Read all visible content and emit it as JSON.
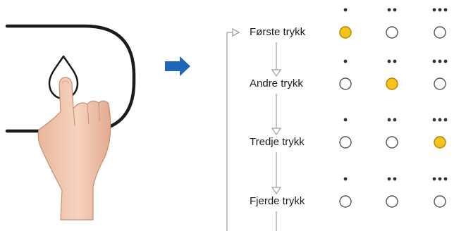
{
  "steps": [
    {
      "label": "Første trykk",
      "active_level": 1
    },
    {
      "label": "Andre trykk",
      "active_level": 2
    },
    {
      "label": "Tredje trykk",
      "active_level": 3
    },
    {
      "label": "Fjerde trykk",
      "active_level": 0
    }
  ],
  "levels": [
    1,
    2,
    3
  ],
  "icons": {
    "device": "device-outline-icon",
    "drop": "water-drop-icon",
    "hand": "pointing-hand-icon",
    "arrow": "right-arrow-icon",
    "level_dots": "level-dots-icon",
    "indicator": "indicator-circle-icon"
  },
  "colors": {
    "active_fill": "#F7C31B",
    "active_stroke": "#B08500",
    "inactive_stroke": "#555555",
    "arrow_blue": "#1F66B7",
    "line_gray": "#A0A0A0",
    "dot": "#333333"
  }
}
